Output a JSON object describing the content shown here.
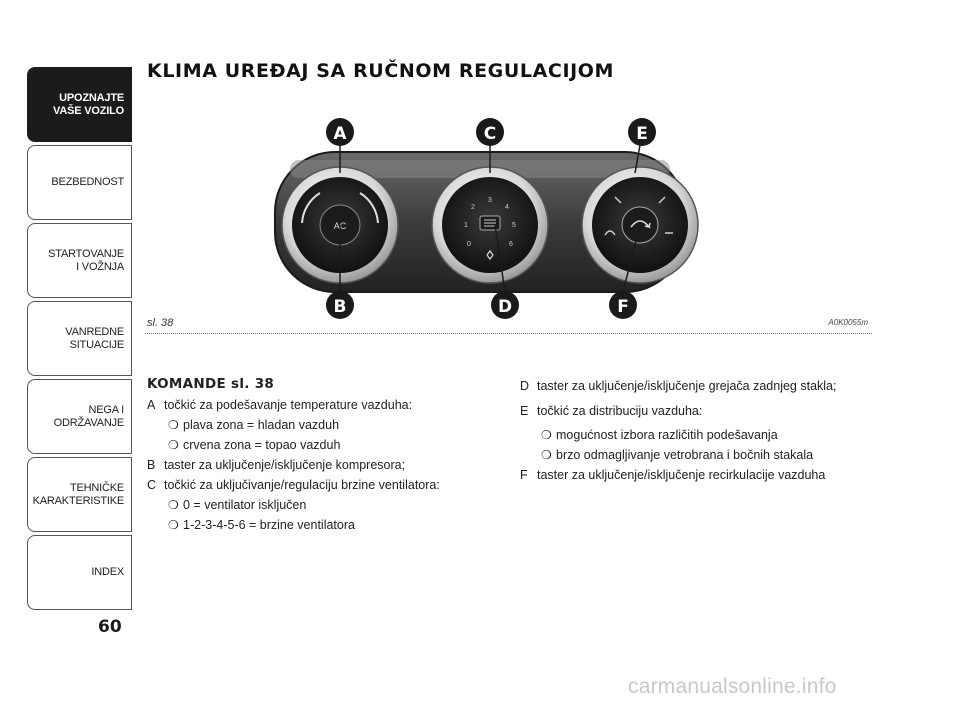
{
  "nav": {
    "tabs": [
      {
        "label": "UPOZNAJTE\nVAŠE VOZILO",
        "active": true
      },
      {
        "label": "BEZBEDNOST",
        "active": false
      },
      {
        "label": "STARTOVANJE\nI VOŽNJA",
        "active": false
      },
      {
        "label": "VANREDNE\nSITUACIJE",
        "active": false
      },
      {
        "label": "NEGA I\nODRŽAVANJE",
        "active": false
      },
      {
        "label": "TEHNIČKE\nKARAKTERISTIKE",
        "active": false
      },
      {
        "label": "INDEX",
        "active": false
      }
    ]
  },
  "page": {
    "number": "60",
    "title": "KLIMA UREĐAJ SA RUČNOM REGULACIJOM"
  },
  "figure": {
    "caption": "sl. 38",
    "code": "A0K0055m",
    "callouts": [
      "A",
      "B",
      "C",
      "D",
      "E",
      "F"
    ],
    "panel": {
      "ac_label": "AC",
      "fan_scale": [
        "0",
        "1",
        "2",
        "3",
        "4",
        "5",
        "6"
      ],
      "colors": {
        "cold": "#3a6fc4",
        "hot": "#c43a3a",
        "callout": "#1a1a1a"
      }
    }
  },
  "controls": {
    "heading": "KOMANDE sl. 38",
    "left": [
      {
        "letter": "A",
        "text": "točkić za podešavanje temperature vazduha:",
        "subs": [
          "plava zona = hladan vazduh",
          "crvena zona = topao vazduh"
        ]
      },
      {
        "letter": "B",
        "text": "taster za uključenje/isključenje kompresora;",
        "subs": []
      },
      {
        "letter": "C",
        "text": "točkić za uključivanje/regulaciju brzine ventilatora:",
        "subs": [
          "0 = ventilator isključen",
          "1-2-3-4-5-6 = brzine ventilatora"
        ]
      }
    ],
    "right": [
      {
        "letter": "D",
        "text": "taster za uključenje/isključenje grejača zadnjeg stakla;",
        "subs": []
      },
      {
        "letter": "E",
        "text": "točkić za distribuciju vazduha:",
        "subs": [
          "mogućnost izbora različitih podešavanja",
          "brzo odmagljivanje vetrobrana i bočnih stakala"
        ]
      },
      {
        "letter": "F",
        "text": "taster za uključenje/isključenje recirkulacije vazduha",
        "subs": []
      }
    ]
  },
  "watermark": "carmanualsonline.info"
}
